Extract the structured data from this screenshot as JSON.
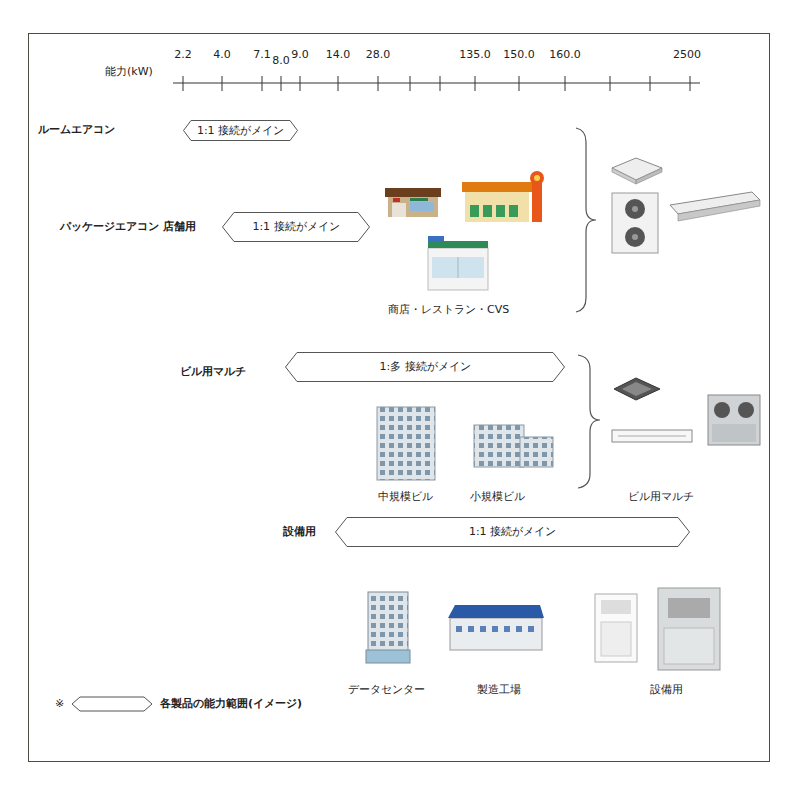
{
  "diagram": {
    "nodes": [
      {
        "text": [
          "1:1 接続がメイン"
        ]
      },
      {
        "text": [
          "1:1 接続がメイン"
        ]
      },
      {
        "text": [
          "1:多 接続がメイン"
        ]
      },
      {
        "text": [
          "1:1 接続がメイン"
        ]
      }
    ],
    "labels": [
      "能力(kW)",
      "2.2",
      "4.0",
      "7.1",
      "8.0",
      "9.0",
      "14.0",
      "28.0",
      "135.0",
      "150.0",
      "160.0",
      "2500",
      "ルームエアコン",
      "パッケージエアコン 店舗用",
      "商店・レストラン・CVS",
      "ビル用マルチ",
      "中規模ビル",
      "小規模ビル",
      "ビル用マルチ",
      "設備用",
      "データセンター",
      "製造工場",
      "設備用",
      "※"
    ],
    "legend": [
      {
        "text": "各製品の能力範囲(イメージ)"
      }
    ]
  }
}
